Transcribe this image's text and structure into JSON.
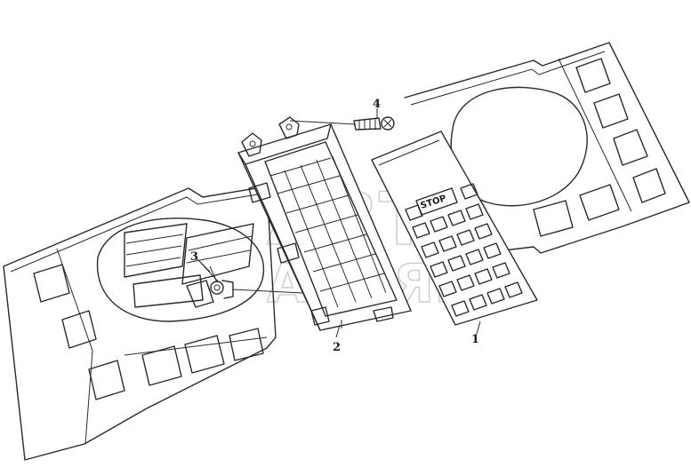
{
  "callouts": [
    {
      "id": "1",
      "label": "1"
    },
    {
      "id": "2",
      "label": "2"
    },
    {
      "id": "3",
      "label": "3"
    },
    {
      "id": "4",
      "label": "4"
    }
  ],
  "stop_button_label": "STOP",
  "watermark": {
    "line1": "АВТО",
    "line2": "АЛЬЯНС"
  },
  "colors": {
    "line": "#2a2a2a",
    "background": "#ffffff",
    "watermark": "#c8c8c8"
  }
}
